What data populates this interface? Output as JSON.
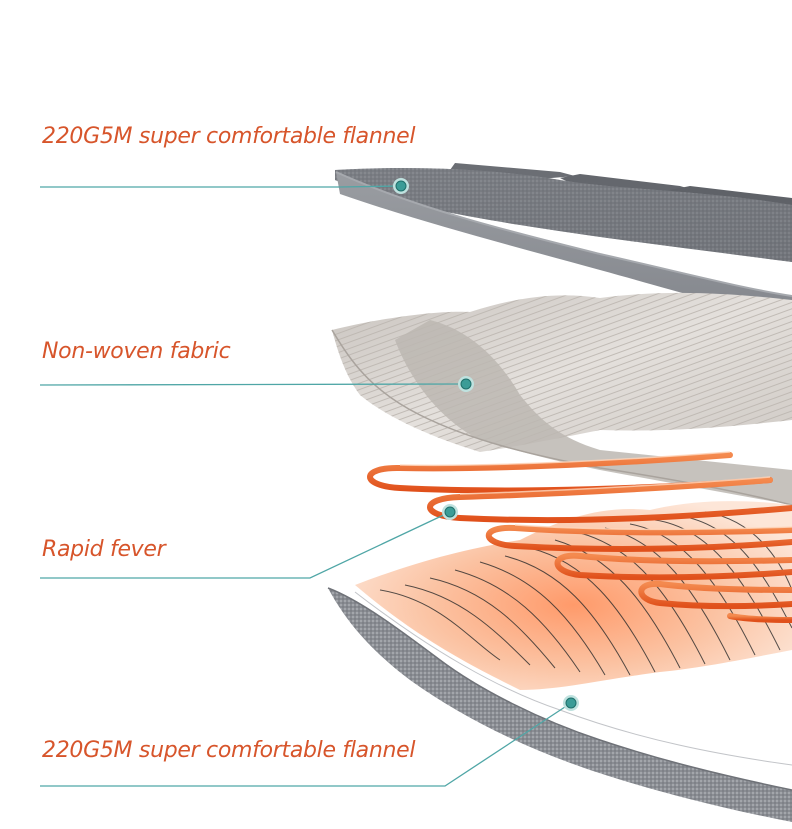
{
  "layers": [
    {
      "label": "220G5M super comfortable flannel"
    },
    {
      "label": "Non-woven fabric"
    },
    {
      "label": "Rapid fever"
    },
    {
      "label": "220G5M super comfortable flannel"
    }
  ],
  "colors": {
    "label_text": "#d7552b",
    "leader_line": "#4fa6a6",
    "marker": "#3b9c97",
    "flannel_top": "#7a7d83",
    "flannel_edge": "#8d9096",
    "nonwoven": "#dcd7d2",
    "heating_wire": "#e8581e",
    "heat_glow": "#f7b48f",
    "flannel_bottom": "#8e9095"
  }
}
